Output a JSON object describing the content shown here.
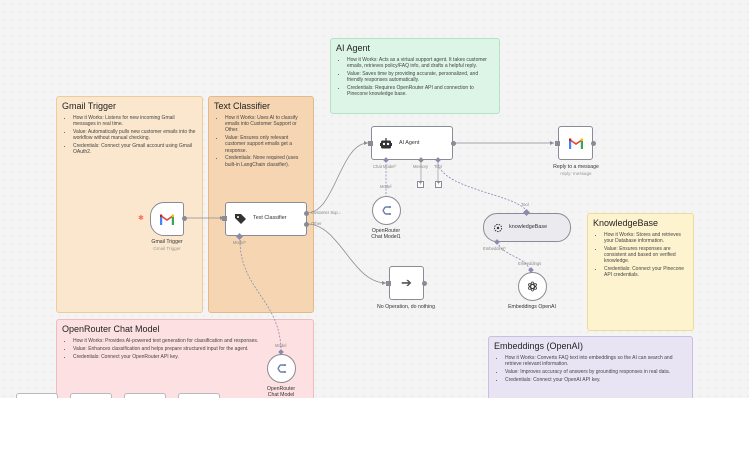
{
  "notes": {
    "ai_agent": {
      "title": "AI Agent",
      "items": [
        "How it Works: Acts as a virtual support agent. It takes customer emails, retrieves policy/FAQ info, and drafts a helpful reply.",
        "Value: Saves time by providing accurate, personalized, and friendly responses automatically.",
        "Credentials: Requires OpenRouter API and connection to Pinecone knowledge base."
      ]
    },
    "gmail_trigger": {
      "title": "Gmail Trigger",
      "items": [
        "How it Works: Listens for new incoming Gmail messages in real time.",
        "Value: Automatically pulls new customer emails into the workflow without manual checking.",
        "Credentials: Connect your Gmail account using Gmail OAuth2."
      ]
    },
    "text_classifier": {
      "title": "Text Classifier",
      "items": [
        "How it Works: Uses AI to classify emails into Customer Support or Other.",
        "Value: Ensures only relevant customer support emails get a response.",
        "Credentials: None required (uses built-in LangChain classifier)."
      ]
    },
    "knowledgebase": {
      "title": "KnowledgeBase",
      "items": [
        "How it Works: Stores and retrieves your Database information.",
        "Value: Ensures responses are consistent and based on verified knowledge.",
        "Credentials: Connect your Pinecone API credentials."
      ]
    },
    "openrouter": {
      "title": "OpenRouter Chat Model",
      "items": [
        "How it Works: Provides AI-powered text generation for classification and responses.",
        "Value: Enhances classification and helps prepare structured input for the agent.",
        "Credentials: Connect your OpenRouter API key."
      ]
    },
    "embeddings": {
      "title": "Embeddings (OpenAI)",
      "items": [
        "How it Works: Converts FAQ text into embeddings so the AI can search and retrieve relevant information.",
        "Value: Improves accuracy of answers by grounding responses in real data.",
        "Credentials: Connect your OpenAI API key."
      ]
    }
  },
  "nodes": {
    "gmail_trigger": {
      "label": "Gmail Trigger",
      "sub": "Gmail Trigger",
      "icon": "gmail-icon"
    },
    "text_classifier": {
      "label": "Text Classifier",
      "icon": "tag-icon"
    },
    "ai_agent": {
      "label": "AI Agent",
      "icon": "robot-icon"
    },
    "reply": {
      "label": "Reply to a message",
      "sub": "reply: message",
      "icon": "gmail-icon"
    },
    "openrouter_1": {
      "label": "OpenRouter Chat Model1",
      "icon": "openrouter-icon"
    },
    "knowledgebase": {
      "label": "knowledgeBase",
      "icon": "pinecone-icon"
    },
    "embeddings": {
      "label": "Embeddings OpenAI",
      "icon": "openai-icon"
    },
    "noop": {
      "label": "No Operation, do nothing",
      "icon": "arrow-right-icon"
    },
    "openrouter_2": {
      "label": "OpenRouter Chat Model",
      "icon": "openrouter-icon"
    }
  },
  "ports": {
    "customer_support": "Customer Sup...",
    "other": "Other",
    "model_tc": "Model*",
    "chat_model": "Chat Model*",
    "memory": "Memory",
    "tool": "Tool",
    "model_or1": "Model",
    "tool_kb": "Tool",
    "embedding": "Embedding*",
    "embeddings_port": "Embeddings",
    "model_or2": "Model"
  },
  "colors": {
    "green_note": "#dcf5e6",
    "orange_note": "#fbe7cd",
    "yellow_note": "#fdf4cf",
    "red_note": "#fde0e1",
    "purple_note": "#e9e4f4"
  }
}
